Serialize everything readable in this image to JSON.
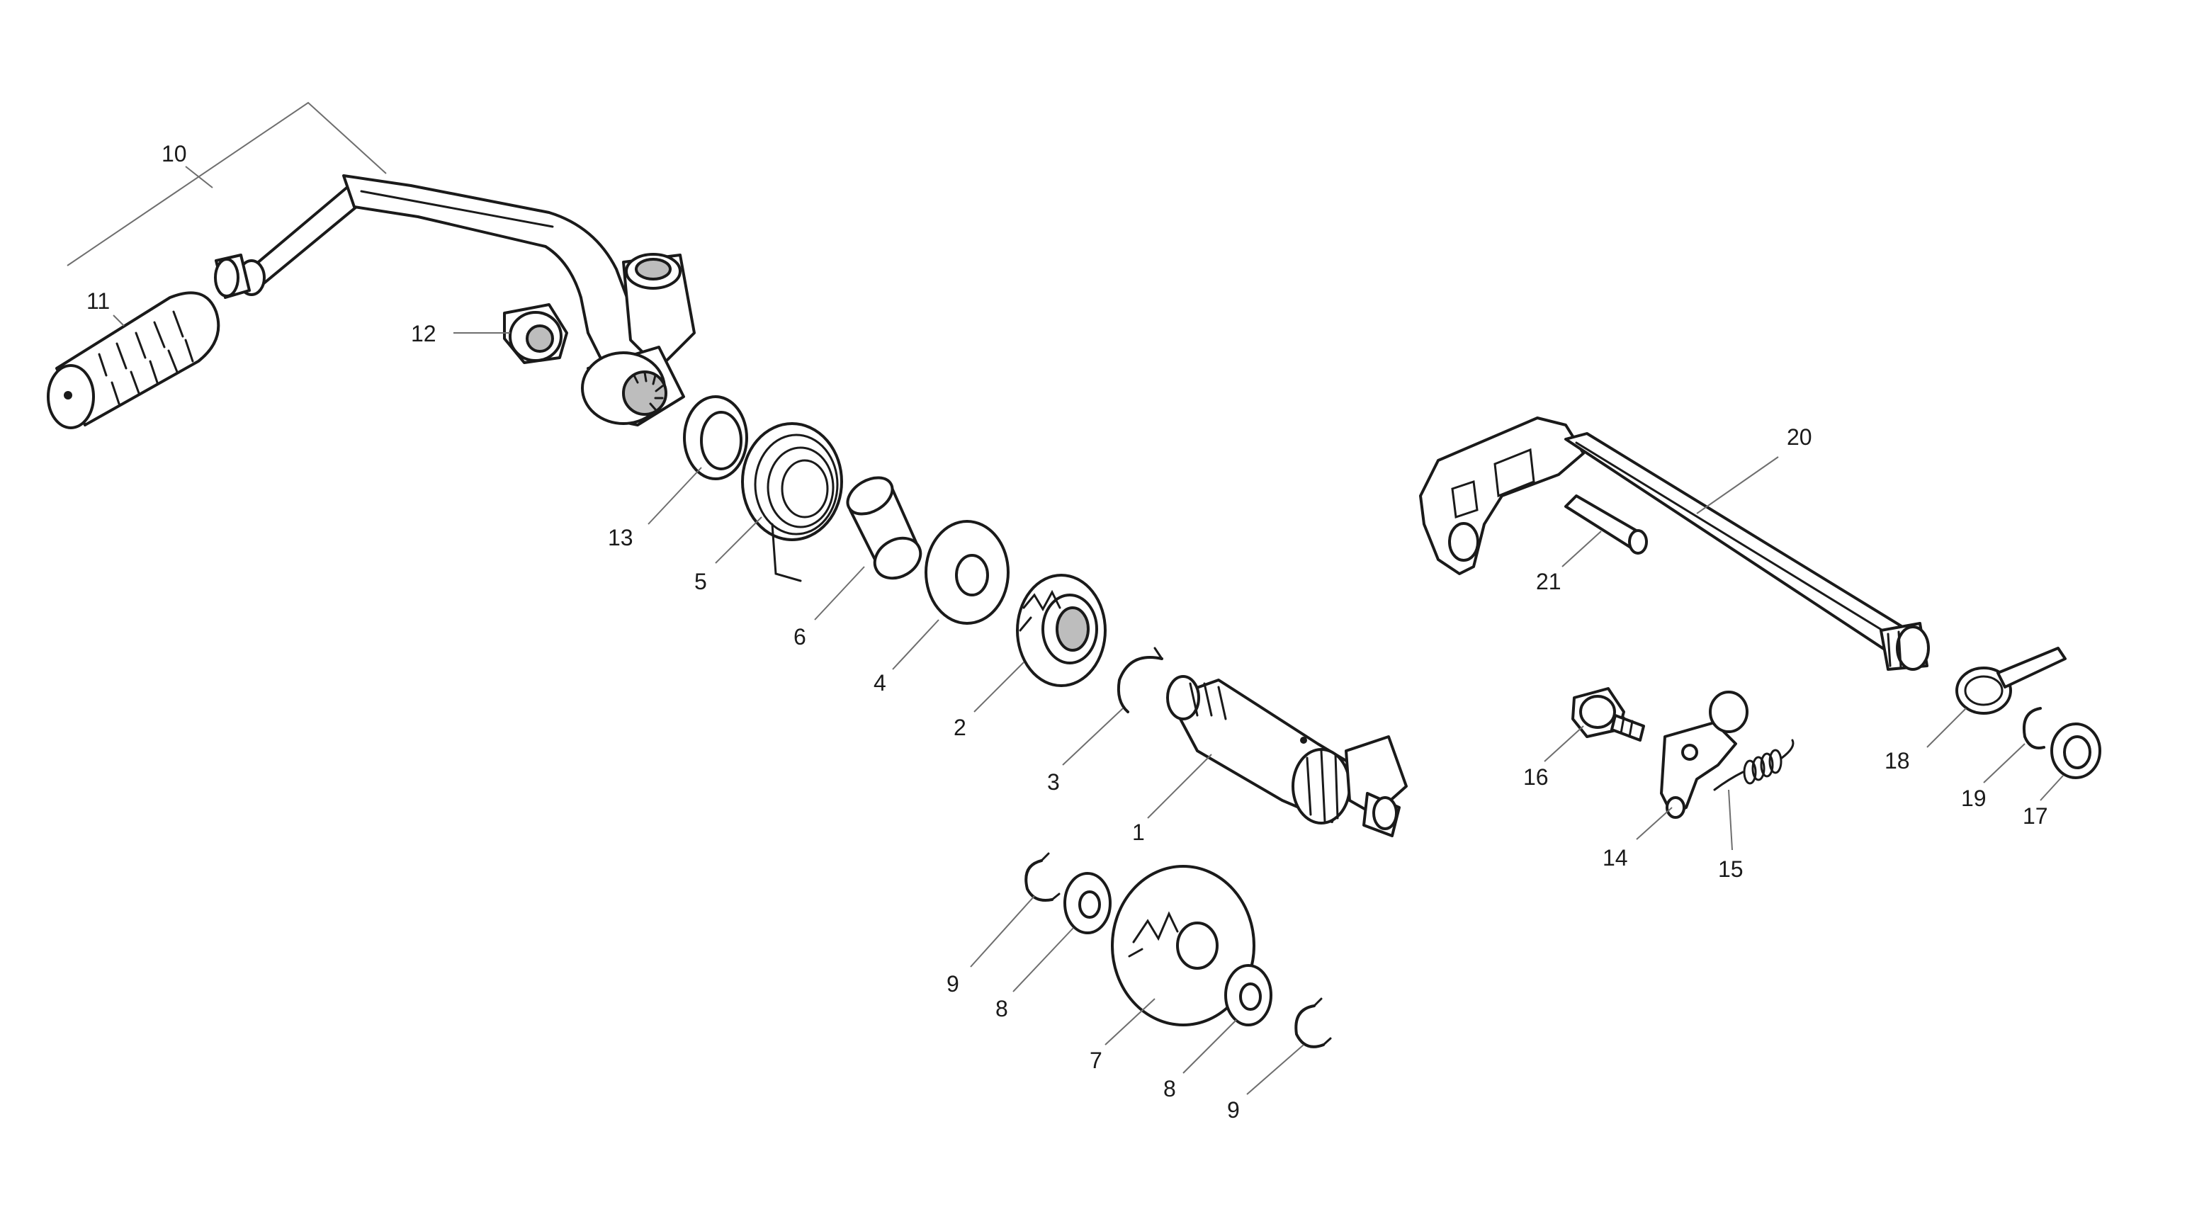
{
  "diagram": {
    "style": "exploded parts line drawing",
    "colors": {
      "line": "#1a1a1a",
      "leader": "#6e6e6e",
      "background": "#ffffff"
    },
    "callouts": {
      "c1": "1",
      "c2": "2",
      "c3": "3",
      "c4": "4",
      "c5": "5",
      "c6": "6",
      "c7": "7",
      "c8a": "8",
      "c8b": "8",
      "c9a": "9",
      "c9b": "9",
      "c10": "10",
      "c11": "11",
      "c12": "12",
      "c13": "13",
      "c14": "14",
      "c15": "15",
      "c16": "16",
      "c17": "17",
      "c18": "18",
      "c19": "19",
      "c20": "20",
      "c21": "21"
    }
  }
}
